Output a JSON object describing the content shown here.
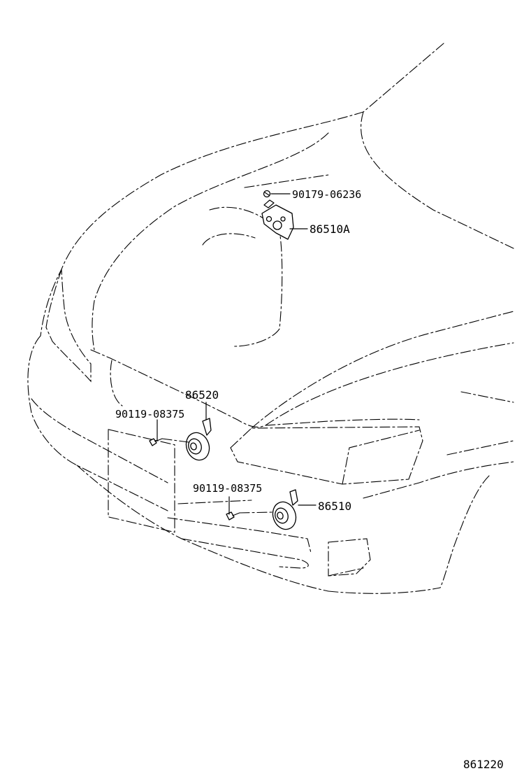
{
  "parts": {
    "nut_upper": "90179-06236",
    "horn_assy_upper": "86510A",
    "horn_low": "86520",
    "bolt_left": "90119-08375",
    "bolt_right": "90119-08375",
    "horn_high": "86510"
  },
  "figure_code": "861220"
}
